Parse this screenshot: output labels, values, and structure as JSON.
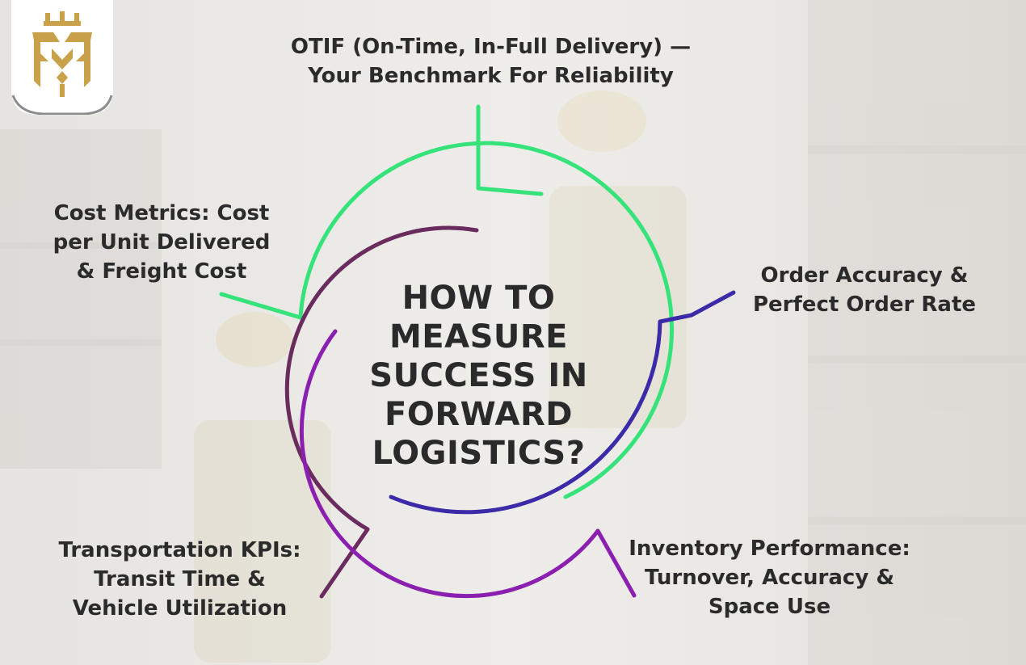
{
  "center_title": [
    "HOW TO",
    "MEASURE",
    "SUCCESS IN",
    "FORWARD",
    "LOGISTICS?"
  ],
  "items": {
    "otif": [
      "OTIF (On-Time, In-Full Delivery) —",
      "Your Benchmark For Reliability"
    ],
    "cost": [
      "Cost Metrics: Cost",
      "per Unit Delivered",
      "& Freight Cost"
    ],
    "order": [
      "Order Accuracy &",
      "Perfect Order Rate"
    ],
    "transport": [
      "Transportation KPIs:",
      "Transit Time &",
      "Vehicle Utilization"
    ],
    "inventory": [
      "Inventory Performance:",
      "Turnover, Accuracy &",
      "Space Use"
    ]
  },
  "colors": {
    "green": "#35e37a",
    "purple": "#8a1fb0",
    "indigo": "#3b2ba8",
    "plum": "#6a2c5e",
    "gold": "#c9a14a",
    "text": "#2b2b2b"
  },
  "icons": {
    "logo": "crown-monogram-logo"
  }
}
